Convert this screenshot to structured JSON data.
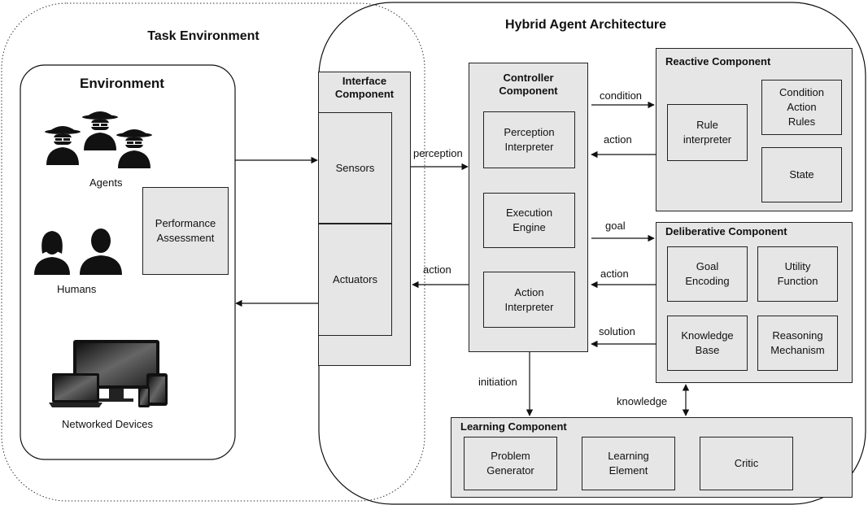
{
  "task_environment": {
    "title": "Task Environment"
  },
  "hybrid_architecture": {
    "title": "Hybrid Agent Architecture"
  },
  "environment": {
    "title": "Environment",
    "agents_label": "Agents",
    "humans_label": "Humans",
    "devices_label": "Networked Devices",
    "performance": "Performance\nAssessment"
  },
  "interface": {
    "title": "Interface\nComponent",
    "sensors": "Sensors",
    "actuators": "Actuators"
  },
  "controller": {
    "title": "Controller\nComponent",
    "perception": "Perception\nInterpreter",
    "execution": "Execution\nEngine",
    "action": "Action\nInterpreter"
  },
  "reactive": {
    "title": "Reactive Component",
    "rule": "Rule\ninterpreter",
    "car": "Condition\nAction\nRules",
    "state": "State"
  },
  "deliberative": {
    "title": "Deliberative Component",
    "goal": "Goal\nEncoding",
    "utility": "Utility\nFunction",
    "kb": "Knowledge\nBase",
    "reasoning": "Reasoning\nMechanism"
  },
  "learning": {
    "title": "Learning Component",
    "problem": "Problem\nGenerator",
    "element": "Learning\nElement",
    "critic": "Critic"
  },
  "edges": {
    "perception": "perception",
    "action_to_actuators": "action",
    "condition": "condition",
    "action_from_reactive": "action",
    "goal": "goal",
    "action_from_deliberative": "action",
    "solution": "solution",
    "initiation": "initiation",
    "knowledge": "knowledge"
  }
}
